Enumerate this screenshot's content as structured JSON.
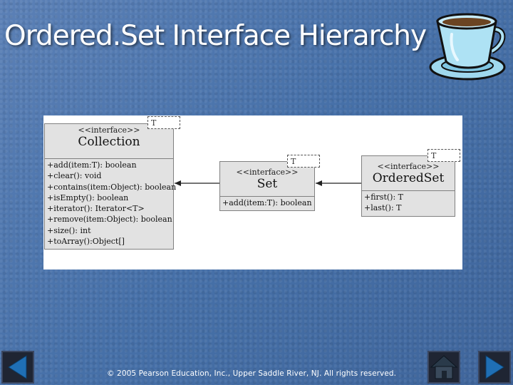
{
  "slide": {
    "title": "Ordered.Set Interface Hierarchy",
    "footer": "© 2005 Pearson Education, Inc., Upper Saddle River, NJ.  All rights reserved."
  },
  "diagram": {
    "classes": [
      {
        "stereotype": "<<interface>>",
        "name": "Collection",
        "type_param": "T",
        "operations": [
          "+add(item:T): boolean",
          "+clear(): void",
          "+contains(item:Object): boolean",
          "+isEmpty(): boolean",
          "+iterator(): Iterator<T>",
          "+remove(item:Object): boolean",
          "+size(): int",
          "+toArray():Object[]"
        ]
      },
      {
        "stereotype": "<<interface>>",
        "name": "Set",
        "type_param": "T",
        "operations": [
          "+add(item:T): boolean"
        ]
      },
      {
        "stereotype": "<<interface>>",
        "name": "OrderedSet",
        "type_param": "T",
        "operations": [
          "+first(): T",
          "+last(): T"
        ]
      }
    ],
    "relations": [
      {
        "from": "Set",
        "to": "Collection",
        "kind": "generalization"
      },
      {
        "from": "OrderedSet",
        "to": "Set",
        "kind": "generalization"
      }
    ]
  },
  "icons": {
    "decoration": "coffee-cup-icon",
    "prev": "previous-arrow-icon",
    "home": "home-icon",
    "next": "next-arrow-icon"
  },
  "colors": {
    "background": "#4a6fa5",
    "uml_fill": "#e2e2e2",
    "nav_arrow": "#1f6fb5"
  }
}
